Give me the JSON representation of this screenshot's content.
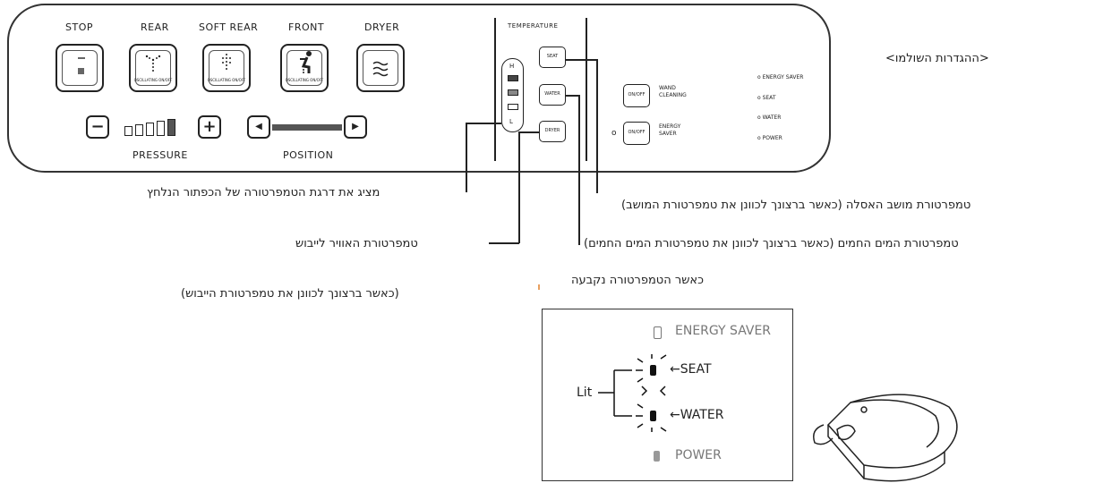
{
  "panel": {
    "labels": {
      "stop": "STOP",
      "rear": "REAR",
      "soft_rear": "SOFT REAR",
      "front": "FRONT",
      "dryer": "DRYER",
      "temperature": "TEMPERATURE",
      "pressure": "PRESSURE",
      "position": "POSITION"
    },
    "oscillating": "OSCILLATING ON/OFF",
    "minus": "−",
    "plus": "+",
    "temp_scale": {
      "high": "H",
      "low": "L"
    },
    "temp_buttons": {
      "seat": "SEAT",
      "water": "WATER",
      "dryer": "DRYER"
    },
    "onoff": "ON/OFF",
    "wand_cleaning": "WAND CLEANING",
    "energy_saver_btn": "ENERGY SAVER",
    "status": [
      "ENERGY SAVER",
      "SEAT",
      "WATER",
      "POWER"
    ]
  },
  "callouts": {
    "back_link": "<ההגדרות השולמו>",
    "display_level": "מציג את דרגת הטמפרטורה של הכפתור הנלחץ",
    "dryer_air": "טמפרטורת האוויר לייבוש",
    "dryer_note": "(כאשר ברצונך לכוונן את טמפרטורת הייבוש)",
    "seat_temp": "טמפרטורת מושב האסלה (כאשר ברצונך לכוונן את טמפרטורת המושב)",
    "water_temp": "טמפרטורת המים החמים (כאשר ברצונך לכוונן את טמפרטורת המים החמים)",
    "when_set": "כאשר הטמפרטורה נקבעה"
  },
  "inset": {
    "energy_saver": "ENERGY SAVER",
    "seat": "SEAT",
    "water": "WATER",
    "power": "POWER",
    "lit": "Lit"
  }
}
